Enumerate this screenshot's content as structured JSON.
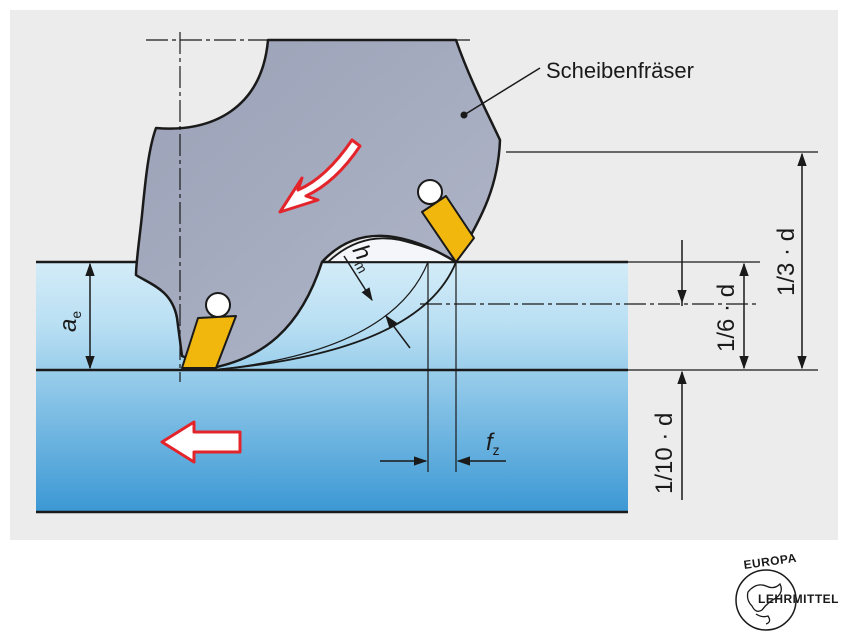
{
  "labels": {
    "cutter": "Scheibenfräser",
    "ae_main": "a",
    "ae_sub": "e",
    "hm_main": "h",
    "hm_sub": "m",
    "fz_main": "f",
    "fz_sub": "z",
    "dim_third": "1/3 · d",
    "dim_sixth": "1/6 · d",
    "dim_tenth": "1/10 · d"
  },
  "logo": {
    "top": "EUROPA",
    "right": "LEHRMITTEL"
  },
  "colors": {
    "panel": "#ececec",
    "cutter_fill": "#a3a9bd",
    "workpiece_top": "#c7e6f6",
    "workpiece_bottom": "#3c9bd6",
    "insert": "#f2b70d",
    "arrow_red": "#e3242b"
  }
}
